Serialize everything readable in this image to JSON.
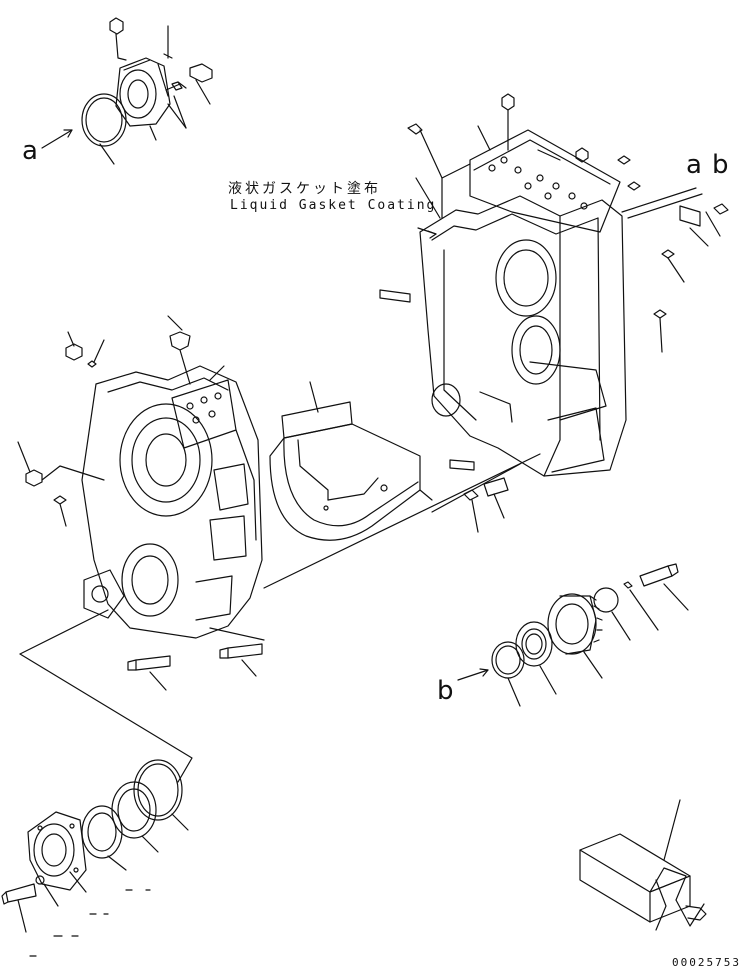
{
  "annotation": {
    "jp": "液状ガスケット塗布",
    "en": "Liquid Gasket Coating"
  },
  "callouts": {
    "a_top": "a",
    "a_right": "a",
    "b_right": "b",
    "b_lower": "b"
  },
  "catalog_number": "00025753"
}
